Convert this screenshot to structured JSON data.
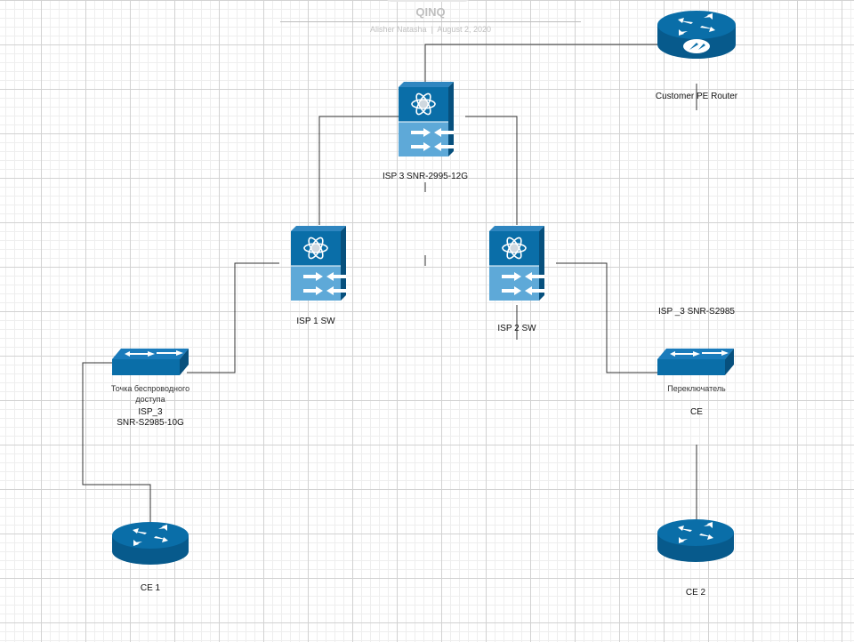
{
  "document": {
    "title": "QINQ",
    "author": "Alisher Natasha",
    "separator": "|",
    "date": "August 2, 2020"
  },
  "nodes": {
    "customer_pe_router": {
      "label": "Customer PE Router",
      "icon": "router-icon"
    },
    "isp3_core": {
      "label": "ISP 3 SNR-2995-12G",
      "icon": "layer3-switch-icon"
    },
    "isp1_sw": {
      "label": "ISP 1 SW",
      "icon": "layer3-switch-icon"
    },
    "isp2_sw": {
      "label": "ISP 2 SW",
      "icon": "layer3-switch-icon"
    },
    "left_access": {
      "caption": "Точка беспроводного",
      "caption2": "доступа",
      "line1": "ISP_3",
      "line2": "SNR-S2985-10G",
      "icon": "workgroup-switch-icon"
    },
    "right_access": {
      "top_label": "ISP _3 SNR-S2985",
      "caption": "Переключатель",
      "line2": "CE",
      "icon": "workgroup-switch-icon"
    },
    "ce1": {
      "label": "CE 1",
      "icon": "router-icon"
    },
    "ce2": {
      "label": "CE 2",
      "icon": "router-icon"
    }
  },
  "colors": {
    "device_blue": "#0a6ea8",
    "device_light": "#5ea9d8",
    "device_dark": "#07507d",
    "link_line": "#333333"
  }
}
